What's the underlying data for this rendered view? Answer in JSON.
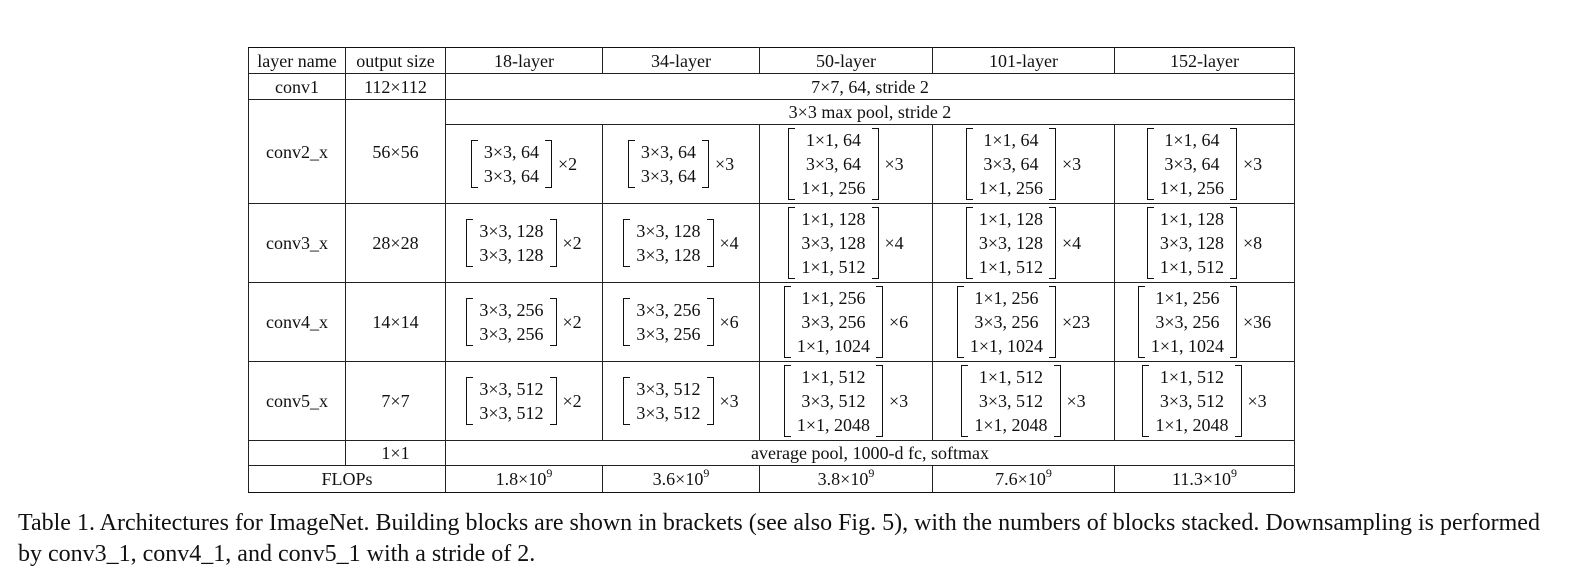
{
  "table": {
    "header": [
      "layer name",
      "output size",
      "18-layer",
      "34-layer",
      "50-layer",
      "101-layer",
      "152-layer"
    ],
    "conv1": {
      "name": "conv1",
      "size": "112×112",
      "spec": "7×7, 64, stride 2"
    },
    "maxpool": {
      "spec": "3×3 max pool, stride 2"
    },
    "stages": [
      {
        "name": "conv2_x",
        "size": "56×56",
        "cells": [
          {
            "lines": [
              "3×3, 64",
              "3×3, 64"
            ],
            "mult": "×2"
          },
          {
            "lines": [
              "3×3, 64",
              "3×3, 64"
            ],
            "mult": "×3"
          },
          {
            "lines": [
              "1×1, 64",
              "3×3, 64",
              "1×1, 256"
            ],
            "mult": "×3"
          },
          {
            "lines": [
              "1×1, 64",
              "3×3, 64",
              "1×1, 256"
            ],
            "mult": "×3"
          },
          {
            "lines": [
              "1×1, 64",
              "3×3, 64",
              "1×1, 256"
            ],
            "mult": "×3"
          }
        ]
      },
      {
        "name": "conv3_x",
        "size": "28×28",
        "cells": [
          {
            "lines": [
              "3×3, 128",
              "3×3, 128"
            ],
            "mult": "×2"
          },
          {
            "lines": [
              "3×3, 128",
              "3×3, 128"
            ],
            "mult": "×4"
          },
          {
            "lines": [
              "1×1, 128",
              "3×3, 128",
              "1×1, 512"
            ],
            "mult": "×4"
          },
          {
            "lines": [
              "1×1, 128",
              "3×3, 128",
              "1×1, 512"
            ],
            "mult": "×4"
          },
          {
            "lines": [
              "1×1, 128",
              "3×3, 128",
              "1×1, 512"
            ],
            "mult": "×8"
          }
        ]
      },
      {
        "name": "conv4_x",
        "size": "14×14",
        "cells": [
          {
            "lines": [
              "3×3, 256",
              "3×3, 256"
            ],
            "mult": "×2"
          },
          {
            "lines": [
              "3×3, 256",
              "3×3, 256"
            ],
            "mult": "×6"
          },
          {
            "lines": [
              "1×1, 256",
              "3×3, 256",
              "1×1, 1024"
            ],
            "mult": "×6"
          },
          {
            "lines": [
              "1×1, 256",
              "3×3, 256",
              "1×1, 1024"
            ],
            "mult": "×23"
          },
          {
            "lines": [
              "1×1, 256",
              "3×3, 256",
              "1×1, 1024"
            ],
            "mult": "×36"
          }
        ]
      },
      {
        "name": "conv5_x",
        "size": "7×7",
        "cells": [
          {
            "lines": [
              "3×3, 512",
              "3×3, 512"
            ],
            "mult": "×2"
          },
          {
            "lines": [
              "3×3, 512",
              "3×3, 512"
            ],
            "mult": "×3"
          },
          {
            "lines": [
              "1×1, 512",
              "3×3, 512",
              "1×1, 2048"
            ],
            "mult": "×3"
          },
          {
            "lines": [
              "1×1, 512",
              "3×3, 512",
              "1×1, 2048"
            ],
            "mult": "×3"
          },
          {
            "lines": [
              "1×1, 512",
              "3×3, 512",
              "1×1, 2048"
            ],
            "mult": "×3"
          }
        ]
      }
    ],
    "final": {
      "size": "1×1",
      "spec": "average pool, 1000-d fc, softmax"
    },
    "flops": {
      "label": "FLOPs",
      "values": [
        {
          "base": "1.8×10",
          "exp": "9"
        },
        {
          "base": "3.6×10",
          "exp": "9"
        },
        {
          "base": "3.8×10",
          "exp": "9"
        },
        {
          "base": "7.6×10",
          "exp": "9"
        },
        {
          "base": "11.3×10",
          "exp": "9"
        }
      ]
    }
  },
  "caption": "Table 1. Architectures for ImageNet. Building blocks are shown in brackets (see also Fig. 5), with the numbers of blocks stacked. Downsampling is performed by conv3_1, conv4_1, and conv5_1 with a stride of 2."
}
